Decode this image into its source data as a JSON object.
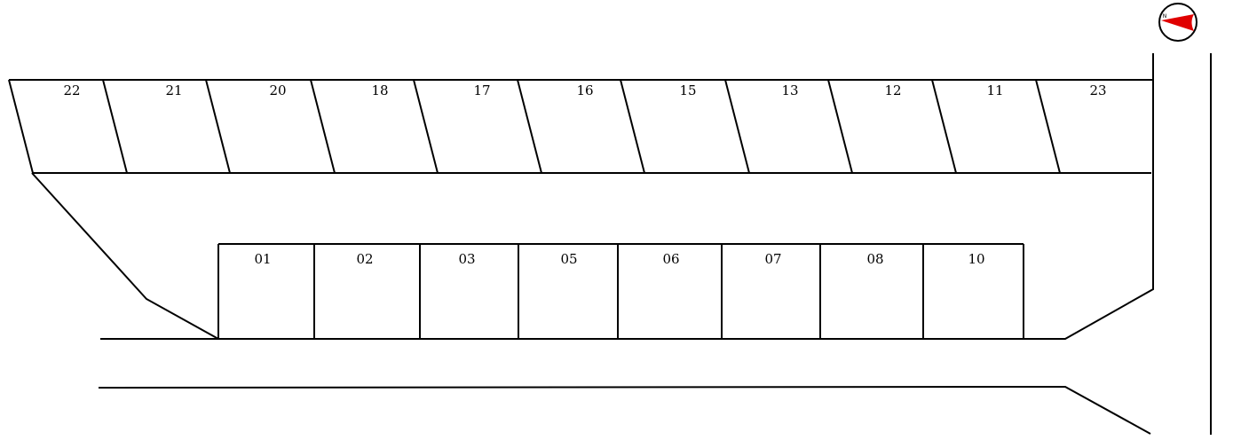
{
  "compass": {
    "label": "N",
    "needle_color": "#e00000",
    "direction": "left"
  },
  "upper_row": {
    "spaces": [
      "22",
      "21",
      "20",
      "18",
      "17",
      "16",
      "15",
      "13",
      "12",
      "11",
      "23"
    ]
  },
  "lower_row": {
    "spaces": [
      "01",
      "02",
      "03",
      "05",
      "06",
      "07",
      "08",
      "10"
    ]
  }
}
